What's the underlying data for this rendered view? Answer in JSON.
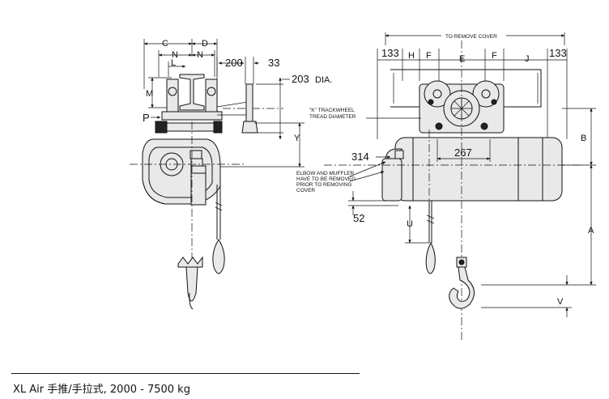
{
  "caption": "XL Air 手推/手拉式, 2000 - 7500 kg",
  "side_view": {
    "labels": {
      "c": "C",
      "d": "D",
      "n_left": "N",
      "n_right": "N",
      "l": "L",
      "m": "M",
      "p": "P",
      "dim_200": "200",
      "dim_33": "33",
      "dim_203": "203",
      "dia": "DIA.",
      "y": "Y"
    }
  },
  "front_view": {
    "labels": {
      "to_remove_cover": "TO REMOVE COVER",
      "dim_133_left": "133",
      "dim_133_right": "133",
      "h": "H",
      "f_left": "F",
      "e": "E",
      "f_right": "F",
      "j": "J",
      "trackwheel_line1": "\"K\" TRACKWHEEL",
      "trackwheel_line2": "TREAD DIAMETER",
      "dim_314": "314",
      "dim_267": "267",
      "dim_52": "52",
      "b": "B",
      "a": "A",
      "u": "U",
      "v": "V",
      "elbow_note": [
        "ELBOW AND MUFFLER",
        "HAVE TO BE REMOVED",
        "PRIOR TO REMOVING",
        "COVER"
      ]
    }
  },
  "icons": {
    "arrow": "arrow-icon",
    "hook": "hook-icon"
  }
}
